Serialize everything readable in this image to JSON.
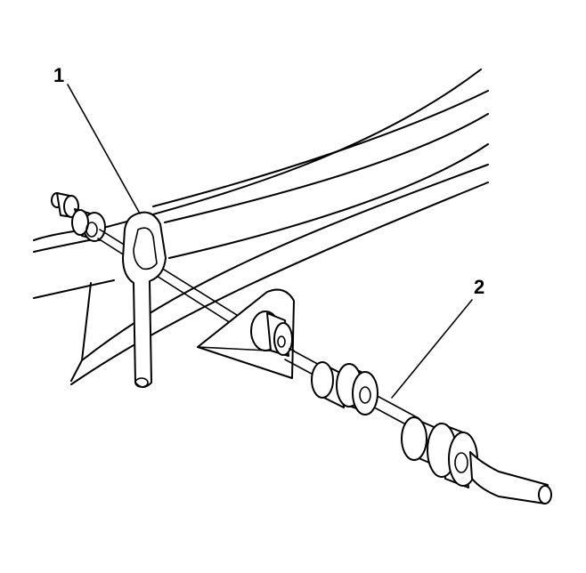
{
  "figure": {
    "callouts": [
      {
        "label": "1",
        "part": "cable-clip"
      },
      {
        "label": "2",
        "part": "parking-brake-cable"
      }
    ]
  }
}
